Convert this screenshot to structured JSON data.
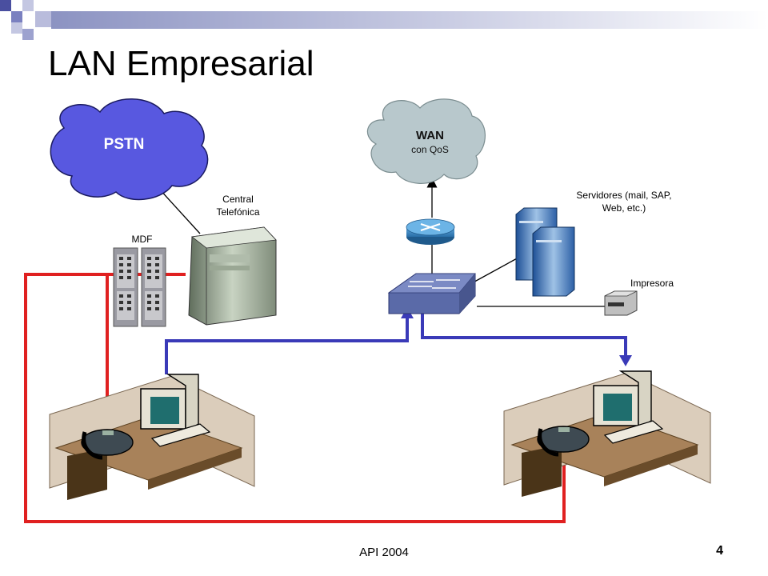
{
  "slide": {
    "title": "LAN Empresarial",
    "footer": "API 2004",
    "page_number": "4"
  },
  "diagram": {
    "pstn": {
      "label": "PSTN"
    },
    "wan": {
      "label": "WAN",
      "sublabel": "con QoS"
    },
    "pbx": {
      "label": "Central\nTelefónica"
    },
    "mdf": {
      "label": "MDF"
    },
    "servers": {
      "label": "Servidores (mail, SAP,\nWeb, etc.)"
    },
    "printer": {
      "label": "Impresora"
    }
  },
  "colors": {
    "voice_link": "#e02020",
    "data_link": "#3a3ab8",
    "pstn_cloud": "#5858e0",
    "wan_cloud": "#b8c8cc",
    "title_bar": "#9aa0c8"
  }
}
